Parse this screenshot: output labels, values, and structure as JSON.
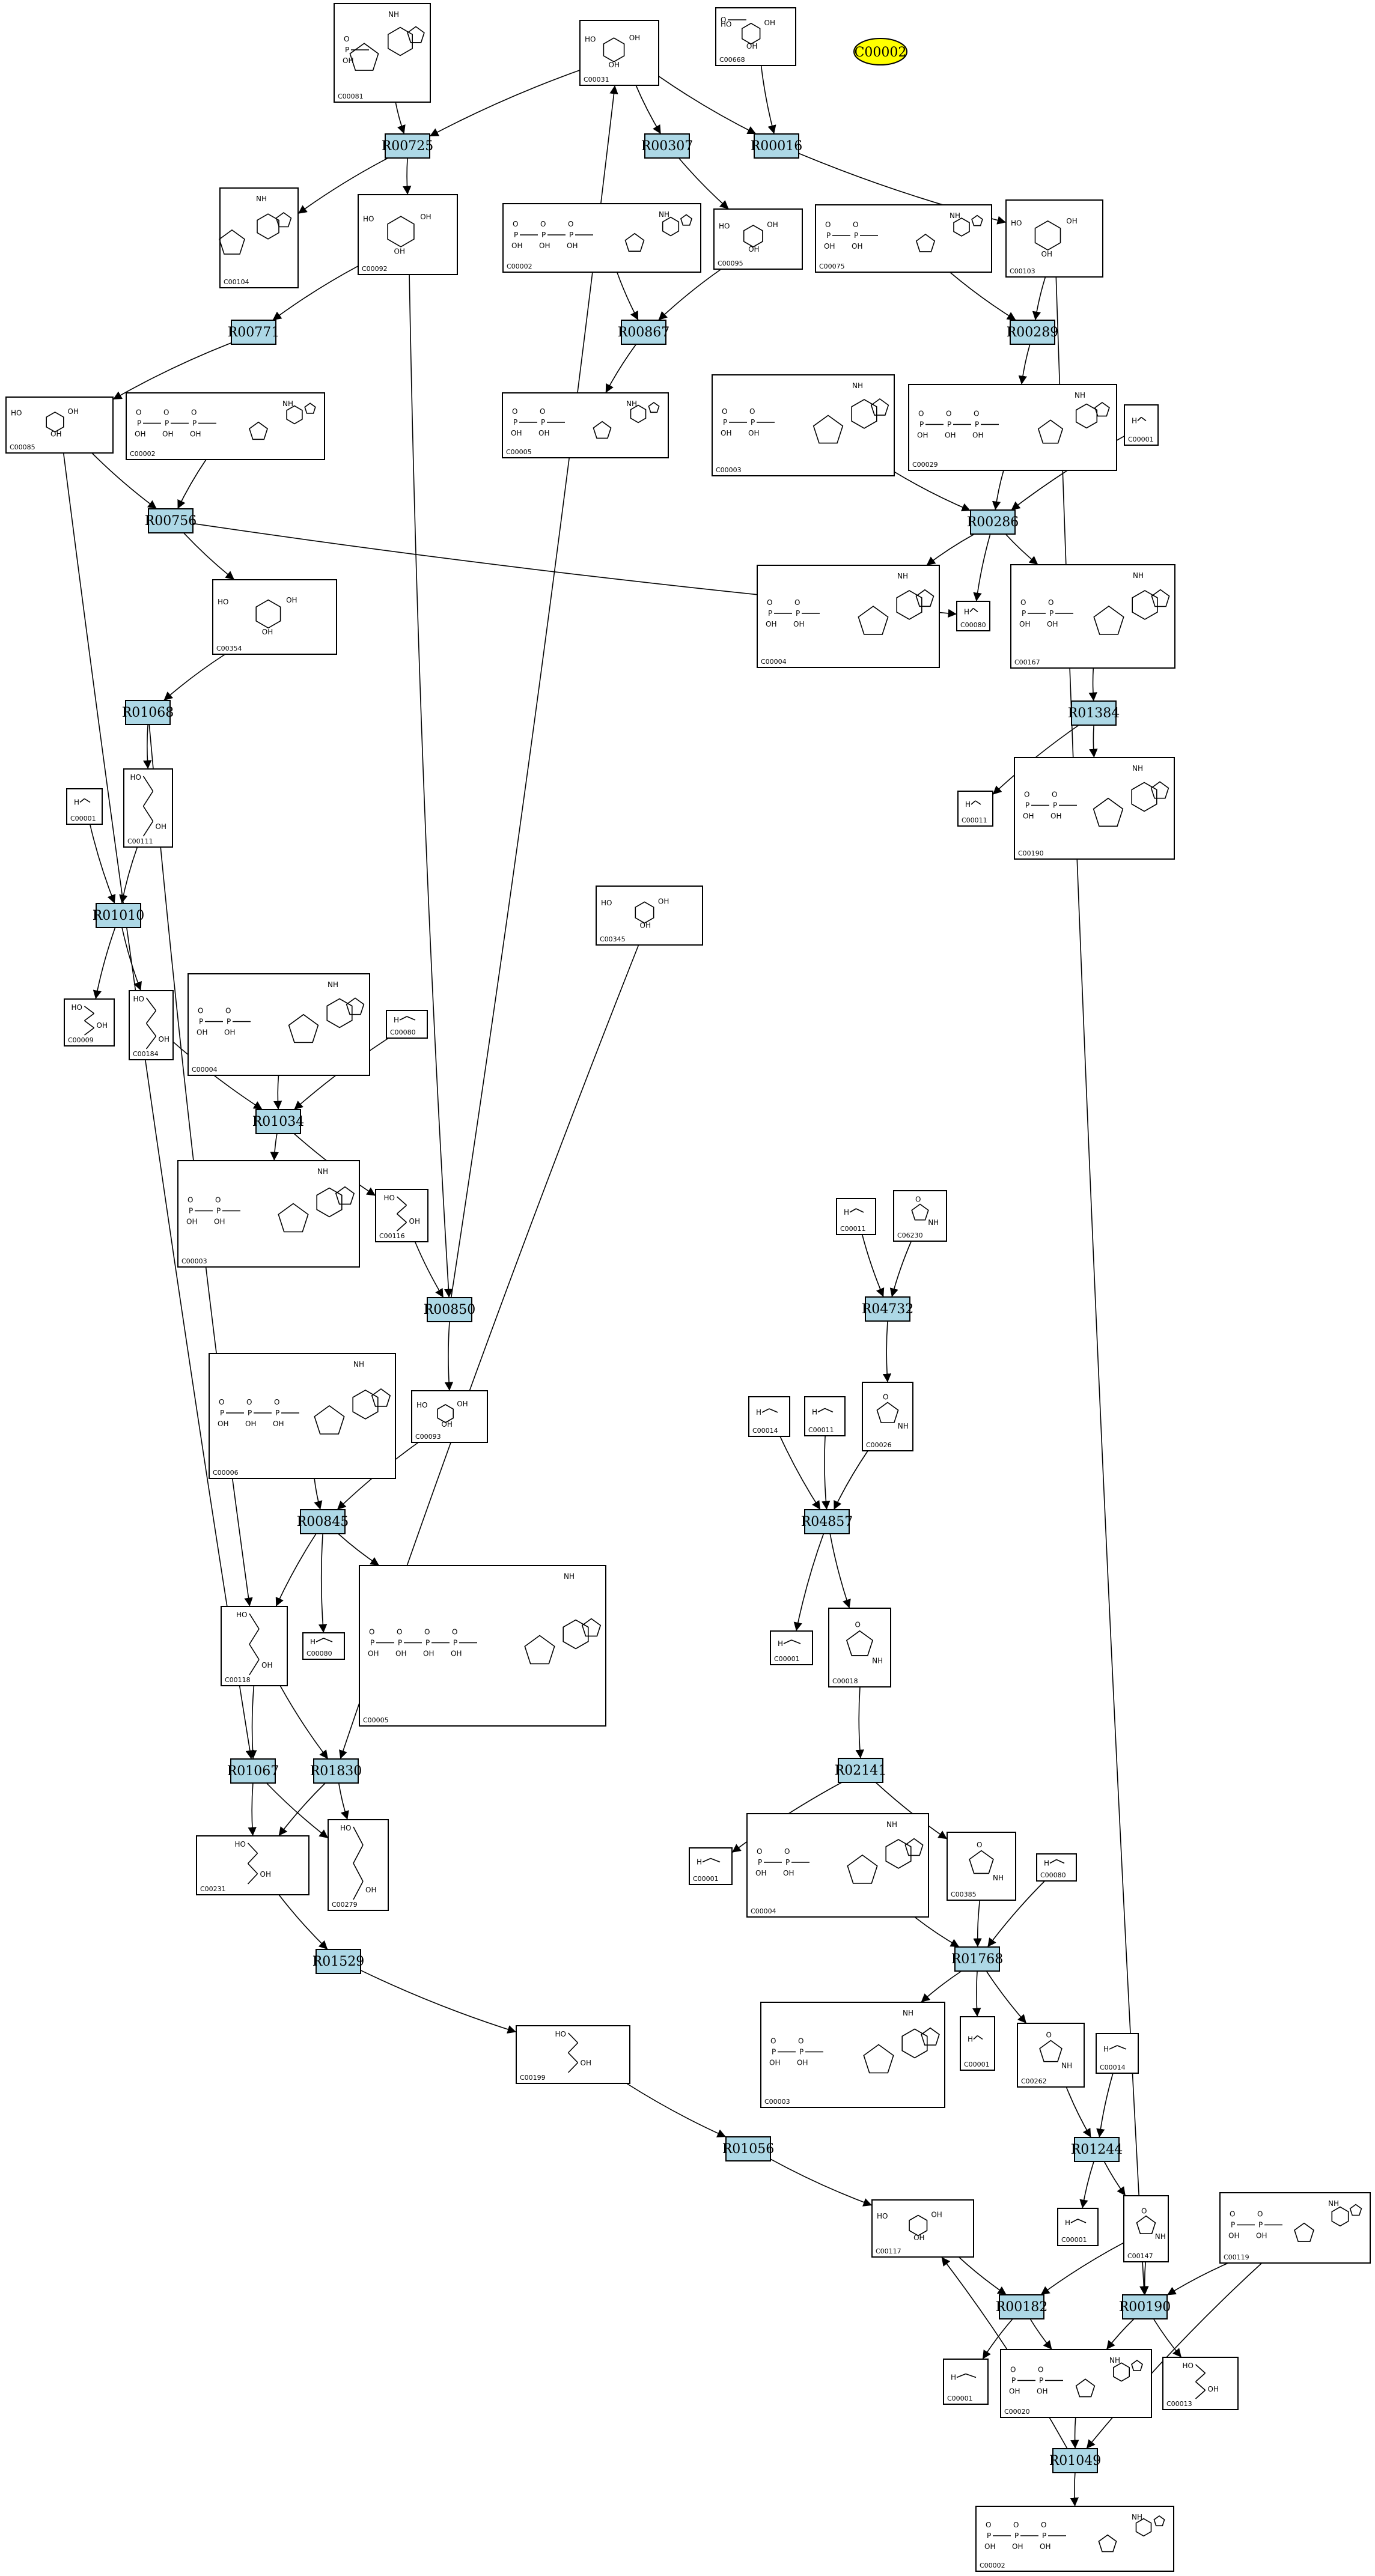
{
  "highlight": {
    "label": "C00002",
    "fill": "#ffff00"
  },
  "colors": {
    "reaction_fill": "#add8e6"
  },
  "reactions": [
    {
      "id": "R00725"
    },
    {
      "id": "R00307"
    },
    {
      "id": "R00016"
    },
    {
      "id": "R00771"
    },
    {
      "id": "R00867"
    },
    {
      "id": "R00289"
    },
    {
      "id": "R00756"
    },
    {
      "id": "R00286"
    },
    {
      "id": "R01068"
    },
    {
      "id": "R01384"
    },
    {
      "id": "R01010"
    },
    {
      "id": "R01034"
    },
    {
      "id": "R00850"
    },
    {
      "id": "R04732"
    },
    {
      "id": "R00845"
    },
    {
      "id": "R04857"
    },
    {
      "id": "R01067"
    },
    {
      "id": "R01830"
    },
    {
      "id": "R02141"
    },
    {
      "id": "R01529"
    },
    {
      "id": "R01768"
    },
    {
      "id": "R01056"
    },
    {
      "id": "R01244"
    },
    {
      "id": "R00182"
    },
    {
      "id": "R00190"
    },
    {
      "id": "R01049"
    }
  ],
  "compounds": [
    {
      "id": "C00081"
    },
    {
      "id": "C00031"
    },
    {
      "id": "C00668"
    },
    {
      "id": "C00104"
    },
    {
      "id": "C00092"
    },
    {
      "id": "C00002"
    },
    {
      "id": "C00095"
    },
    {
      "id": "C00075"
    },
    {
      "id": "C00103"
    },
    {
      "id": "C00085"
    },
    {
      "id": "C00002"
    },
    {
      "id": "C00005"
    },
    {
      "id": "C00003"
    },
    {
      "id": "C00029"
    },
    {
      "id": "C00001"
    },
    {
      "id": "C00001"
    },
    {
      "id": "C00354"
    },
    {
      "id": "C00004"
    },
    {
      "id": "C00080"
    },
    {
      "id": "C00167"
    },
    {
      "id": "C00001"
    },
    {
      "id": "C00111"
    },
    {
      "id": "C00011"
    },
    {
      "id": "C00190"
    },
    {
      "id": "C00345"
    },
    {
      "id": "C00009"
    },
    {
      "id": "C00184"
    },
    {
      "id": "C00004"
    },
    {
      "id": "C00080"
    },
    {
      "id": "C00003"
    },
    {
      "id": "C00116"
    },
    {
      "id": "C00011"
    },
    {
      "id": "C06230"
    },
    {
      "id": "C00006"
    },
    {
      "id": "C00093"
    },
    {
      "id": "C00014"
    },
    {
      "id": "C00011"
    },
    {
      "id": "C00026"
    },
    {
      "id": "C00118"
    },
    {
      "id": "C00080"
    },
    {
      "id": "C00005"
    },
    {
      "id": "C00001"
    },
    {
      "id": "C00018"
    },
    {
      "id": "C00231"
    },
    {
      "id": "C00279"
    },
    {
      "id": "C00001"
    },
    {
      "id": "C00004"
    },
    {
      "id": "C00385"
    },
    {
      "id": "C00080"
    },
    {
      "id": "C00199"
    },
    {
      "id": "C00003"
    },
    {
      "id": "C00001"
    },
    {
      "id": "C00262"
    },
    {
      "id": "C00014"
    },
    {
      "id": "C00117"
    },
    {
      "id": "C00001"
    },
    {
      "id": "C00147"
    },
    {
      "id": "C00119"
    },
    {
      "id": "C00001"
    },
    {
      "id": "C00020"
    },
    {
      "id": "C00013"
    },
    {
      "id": "C00002"
    }
  ]
}
